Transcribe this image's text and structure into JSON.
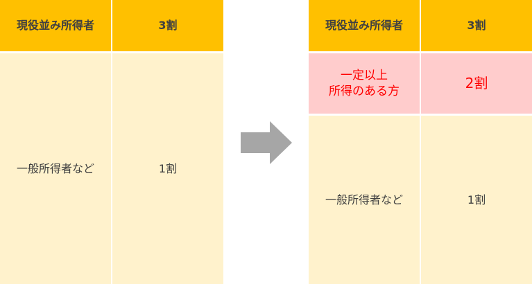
{
  "colors": {
    "header": "#ffc000",
    "body": "#fff2cc",
    "highlight": "#ffcccc",
    "highlight_text": "#ff0000",
    "arrow": "#a6a6a6"
  },
  "before": {
    "rows": [
      {
        "label": "現役並み所得者",
        "rate": "3割"
      },
      {
        "label": "一般所得者など",
        "rate": "1割"
      }
    ]
  },
  "after": {
    "rows": [
      {
        "label": "現役並み所得者",
        "rate": "3割"
      },
      {
        "label_line1": "一定以上",
        "label_line2": "所得のある方",
        "rate": "2割"
      },
      {
        "label": "一般所得者など",
        "rate": "1割"
      }
    ]
  },
  "arrow_icon": "right-arrow-icon"
}
